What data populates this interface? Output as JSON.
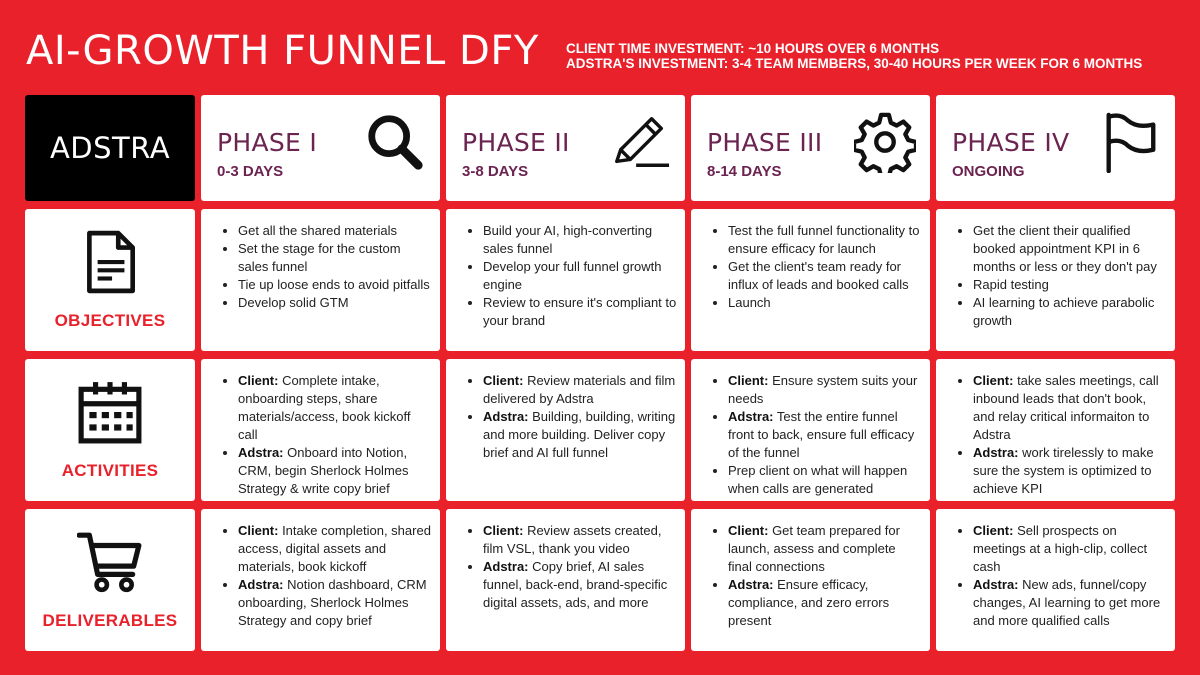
{
  "header": {
    "title": "AI-GROWTH FUNNEL DFY",
    "client_investment": "CLIENT TIME INVESTMENT: ~10 HOURS OVER 6 MONTHS",
    "adstra_investment": "ADSTRA'S INVESTMENT: 3-4 TEAM MEMBERS, 30-40 HOURS PER WEEK FOR 6 MONTHS"
  },
  "brand": "ADSTRA",
  "colors": {
    "background": "#e8212b",
    "phase_text": "#6b2350",
    "label_red": "#e8212b"
  },
  "phases": [
    {
      "name": "PHASE I",
      "days": "0-3 DAYS",
      "icon": "search-icon"
    },
    {
      "name": "PHASE II",
      "days": "3-8 DAYS",
      "icon": "pencil-icon"
    },
    {
      "name": "PHASE III",
      "days": "8-14 DAYS",
      "icon": "gear-icon"
    },
    {
      "name": "PHASE IV",
      "days": "ONGOING",
      "icon": "flag-icon"
    }
  ],
  "rows": [
    {
      "label": "OBJECTIVES",
      "icon": "document-icon",
      "cells": [
        [
          {
            "lead": "",
            "text": "Get all the shared materials"
          },
          {
            "lead": "",
            "text": "Set the stage for the custom sales funnel"
          },
          {
            "lead": "",
            "text": "Tie up loose ends to avoid pitfalls"
          },
          {
            "lead": "",
            "text": "Develop solid GTM"
          }
        ],
        [
          {
            "lead": "",
            "text": "Build your AI, high-converting sales funnel"
          },
          {
            "lead": "",
            "text": "Develop your full funnel growth engine"
          },
          {
            "lead": "",
            "text": "Review to ensure it's compliant to your brand"
          }
        ],
        [
          {
            "lead": "",
            "text": "Test the full funnel functionality to ensure efficacy for launch"
          },
          {
            "lead": "",
            "text": "Get the client's team ready for influx of leads and booked calls"
          },
          {
            "lead": "",
            "text": "Launch"
          }
        ],
        [
          {
            "lead": "",
            "text": "Get the client their qualified booked appointment KPI in 6 months or less or they don't pay"
          },
          {
            "lead": "",
            "text": "Rapid testing"
          },
          {
            "lead": "",
            "text": "AI learning to achieve parabolic growth"
          }
        ]
      ]
    },
    {
      "label": "ACTIVITIES",
      "icon": "calendar-icon",
      "cells": [
        [
          {
            "lead": "Client:",
            "text": " Complete intake, onboarding steps, share materials/access, book kickoff call"
          },
          {
            "lead": "Adstra:",
            "text": " Onboard into Notion, CRM, begin Sherlock Holmes Strategy & write copy brief"
          }
        ],
        [
          {
            "lead": "Client:",
            "text": " Review materials and film delivered by Adstra"
          },
          {
            "lead": "Adstra:",
            "text": " Building, building, writing and more building. Deliver copy brief and AI full funnel"
          }
        ],
        [
          {
            "lead": "Client:",
            "text": " Ensure system suits your needs"
          },
          {
            "lead": "Adstra:",
            "text": " Test the entire funnel front to back, ensure full efficacy of the funnel"
          },
          {
            "lead": "",
            "text": "Prep client on what will happen when calls are generated"
          }
        ],
        [
          {
            "lead": "Client:",
            "text": " take sales meetings, call inbound leads that don't book, and relay critical informaiton to Adstra"
          },
          {
            "lead": "Adstra:",
            "text": " work tirelessly to make sure the system is optimized to achieve KPI"
          }
        ]
      ]
    },
    {
      "label": "DELIVERABLES",
      "icon": "cart-icon",
      "cells": [
        [
          {
            "lead": "Client:",
            "text": " Intake completion, shared access, digital assets and materials, book kickoff"
          },
          {
            "lead": "Adstra:",
            "text": " Notion dashboard, CRM onboarding, Sherlock Holmes Strategy and copy brief"
          }
        ],
        [
          {
            "lead": "Client:",
            "text": " Review assets created, film VSL, thank you video"
          },
          {
            "lead": "Adstra:",
            "text": " Copy brief, AI sales funnel, back-end, brand-specific digital assets, ads, and more"
          }
        ],
        [
          {
            "lead": "Client:",
            "text": " Get team prepared for launch, assess and complete final connections"
          },
          {
            "lead": "Adstra:",
            "text": " Ensure efficacy, compliance, and zero errors present"
          }
        ],
        [
          {
            "lead": "Client:",
            "text": " Sell prospects on meetings at a high-clip, collect cash"
          },
          {
            "lead": "Adstra:",
            "text": " New ads, funnel/copy changes, AI learning to get more and more qualified calls"
          }
        ]
      ]
    }
  ]
}
